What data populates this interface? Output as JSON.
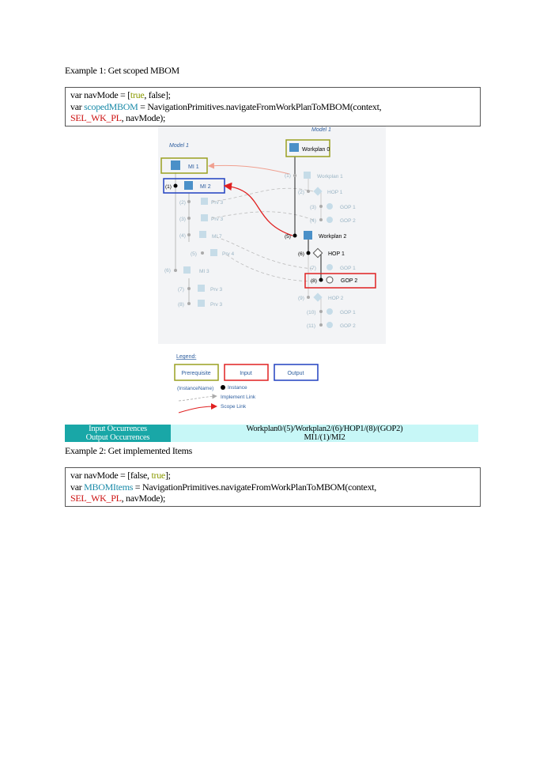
{
  "example1": {
    "heading": "Example 1: Get scoped MBOM",
    "code": {
      "l1_a": "var navMode = [",
      "l1_true": "true",
      "l1_b": ", false];",
      "l2_a": "var ",
      "l2_ident": "scopedMBOM",
      "l2_b": " = NavigationPrimitives.navigateFromWorkPlanToMBOM(context,",
      "l3_sel": "SEL_WK_PL",
      "l3_b": ", navMode);"
    }
  },
  "diagram": {
    "model_left": "Model 1",
    "model_right": "Model 1",
    "left_tree": [
      "MI 1",
      "MI 2",
      "Prv 3",
      "Prv 3",
      "MI 7",
      "Prv 4",
      "MI 3",
      "Prv 3",
      "Prv 3"
    ],
    "left_idx": [
      "(1)",
      "(2)",
      "(3)",
      "(4)",
      "(5)",
      "(6)",
      "(7)",
      "(8)"
    ],
    "right_tree": [
      "Workplan 0",
      "Workplan 1",
      "HOP 1",
      "GOP 1",
      "GOP 2",
      "Workplan 2",
      "HOP 1",
      "GOP 1",
      "GOP 2",
      "HOP 2",
      "GOP 1",
      "GOP 2"
    ],
    "right_idx": [
      "(1)",
      "(2)",
      "(3)",
      "(4)",
      "(5)",
      "(6)",
      "(7)",
      "(8)",
      "(9)",
      "(10)",
      "(11)"
    ],
    "legend": {
      "title": "Legend:",
      "prerequisite": "Prerequisite",
      "input": "Input",
      "output": "Output",
      "instance_name": "(InstanceName)",
      "instance": "Instance",
      "implement_link": "Implement Link",
      "scope_link": "Scope Link"
    }
  },
  "occurrences": {
    "input_label": "Input Occurrences",
    "input_value": "Workplan0/(5)/Workplan2/(6)/HOP1/(8)/(GOP2)",
    "output_label": "Output Occurrences",
    "output_value": "MI1/(1)/MI2"
  },
  "example2": {
    "heading": "Example 2: Get implemented Items",
    "code": {
      "l1_a": "var navMode = [false, ",
      "l1_true": "true",
      "l1_b": "];",
      "l2_a": "var ",
      "l2_ident": "MBOMItems",
      "l2_b": " = NavigationPrimitives.navigateFromWorkPlanToMBOM(context,",
      "l3_sel": "SEL_WK_PL",
      "l3_b": ", navMode);"
    }
  },
  "colors": {
    "prerequisite": "#9aa020",
    "input": "#e02020",
    "output": "#2040c0",
    "scope_link": "#e02020",
    "faded": "#9ab4c4"
  }
}
